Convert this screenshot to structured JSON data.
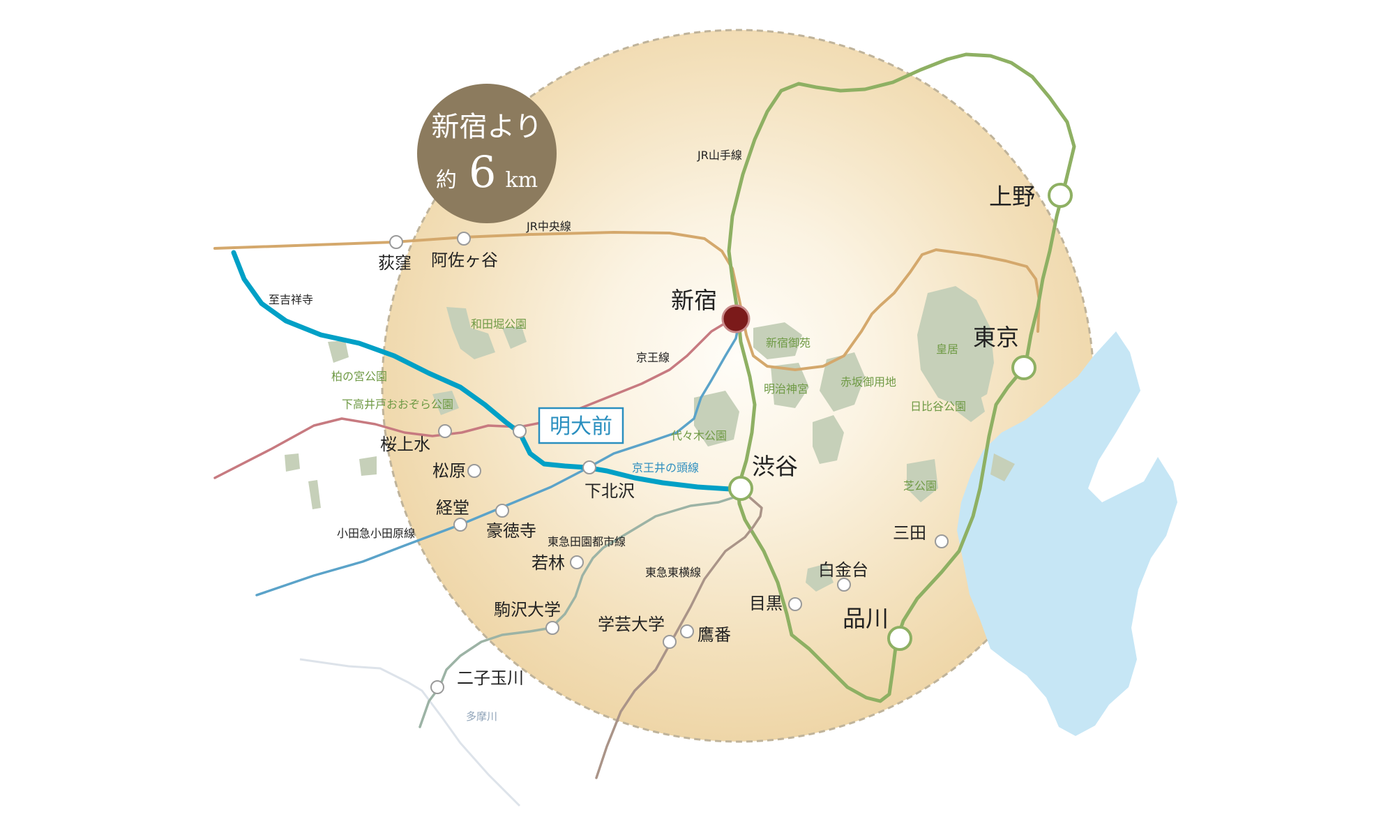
{
  "badge": {
    "line1": "新宿より",
    "prefix": "約",
    "number": "6",
    "unit": "km"
  },
  "colors": {
    "yamanote": "#8eb063",
    "chuo": "#d4a86c",
    "keio": "#c77a80",
    "inokashira": "#5ba3c9",
    "denentoshi": "#9cb3a5",
    "toyoko": "#aa9488",
    "odakyu": "#00a0c6",
    "park": "#c6d0b9",
    "sea": "#c6e6f5",
    "badge": "#8c7b5e",
    "target": "#2a8fbf"
  },
  "lines": {
    "yamanote": "JR山手線",
    "chuo": "JR中央線",
    "keio": "京王線",
    "inokashira": "京王井の頭線",
    "odakyu": "小田急小田原線",
    "denentoshi": "東急田園都市線",
    "toyoko": "東急東横線",
    "kichijoji": "至吉祥寺"
  },
  "river": "多摩川",
  "target_station": "明大前",
  "stations": {
    "shinjuku": "新宿",
    "shibuya": "渋谷",
    "tokyo": "東京",
    "ueno": "上野",
    "shinagawa": "品川",
    "meguro": "目黒",
    "shirokanedai": "白金台",
    "mita": "三田",
    "ogikubo": "荻窪",
    "asagaya": "阿佐ヶ谷",
    "sakurajosui": "桜上水",
    "matsubara": "松原",
    "shimokitazawa": "下北沢",
    "kyodo": "経堂",
    "gotokuji": "豪徳寺",
    "wakabayashi": "若林",
    "komazawa": "駒沢大学",
    "gakugei": "学芸大学",
    "takaban": "鷹番",
    "futakotamagawa": "二子玉川"
  },
  "parks": {
    "wadabori": "和田堀公園",
    "kashiwanomiya": "柏の宮公園",
    "shimotakaido": "下高井戸おおぞら公園",
    "shinjukugyoen": "新宿御苑",
    "meiji": "明治神宮",
    "akasaka": "赤坂御用地",
    "kokyo": "皇居",
    "hibiya": "日比谷公園",
    "yoyogi": "代々木公園",
    "shiba": "芝公園"
  }
}
